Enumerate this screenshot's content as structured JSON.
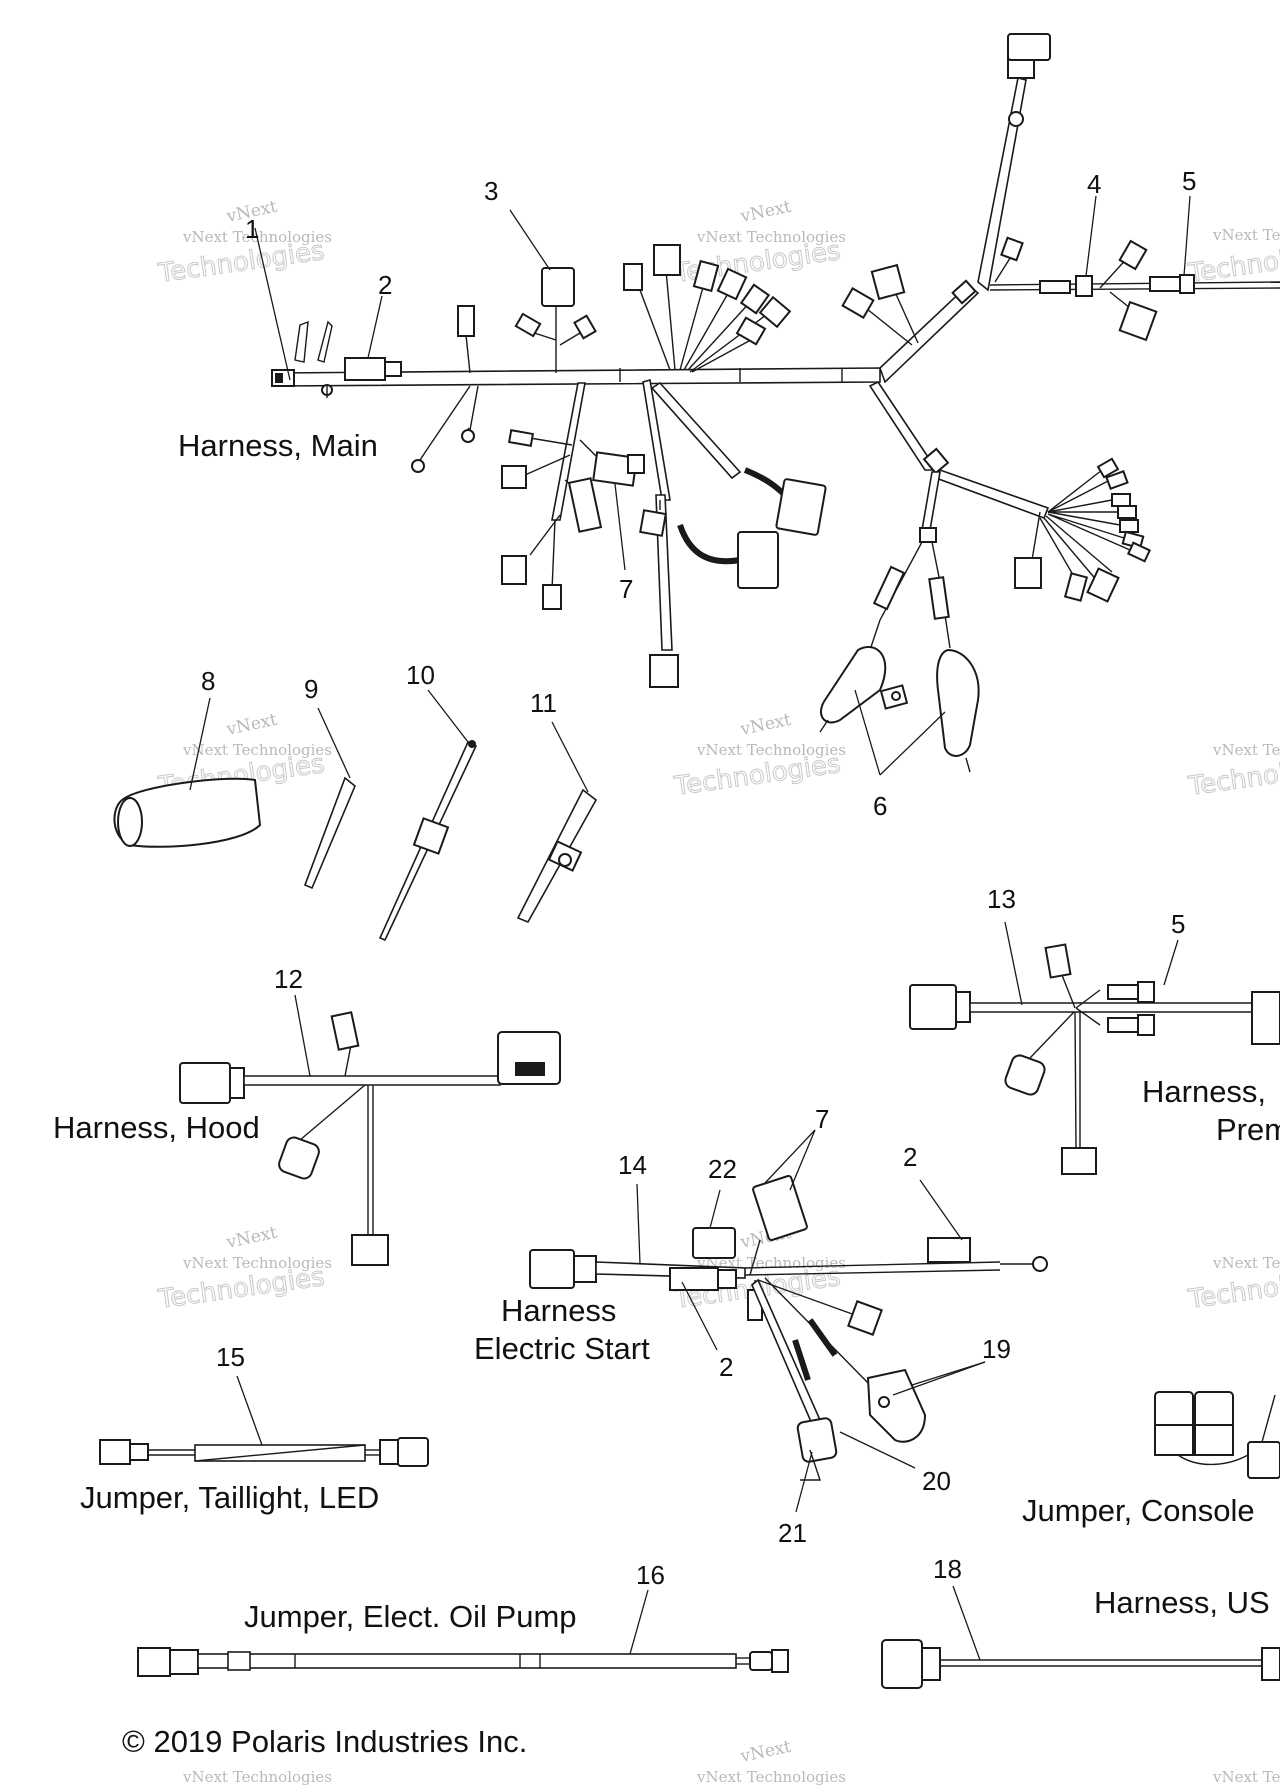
{
  "callouts": [
    "1",
    "2",
    "3",
    "4",
    "5",
    "6",
    "7",
    "8",
    "9",
    "10",
    "11",
    "12",
    "13",
    "14",
    "15",
    "16",
    "18",
    "19",
    "20",
    "21",
    "22"
  ],
  "titles": {
    "harness_main": "Harness, Main",
    "harness_hood": "Harness, Hood",
    "harness_electric_start_1": "Harness",
    "harness_electric_start_2": "Electric Start",
    "harness_premium_1": "Harness,",
    "harness_premium_2": "Prem",
    "jumper_taillight": "Jumper, Taillight, LED",
    "jumper_console": "Jumper, Console",
    "jumper_oil_pump": "Jumper, Elect. Oil Pump",
    "harness_usb": "Harness, US"
  },
  "copyright": "© 2019 Polaris Industries Inc.",
  "watermark": {
    "line1": "vNext",
    "line2": "vNext Technologies",
    "line3": "Technologies"
  }
}
